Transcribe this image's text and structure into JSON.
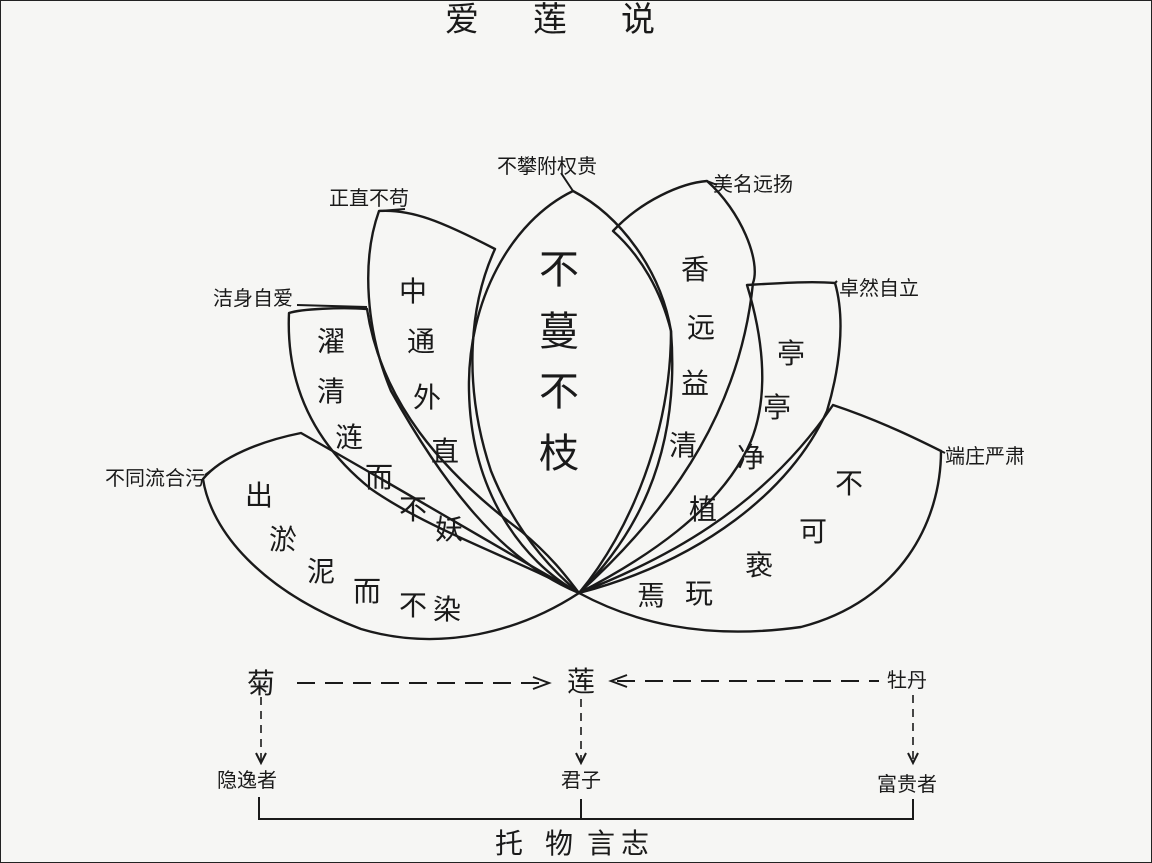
{
  "title": [
    "爱",
    "莲",
    "说"
  ],
  "petal_labels": {
    "top": "不攀附权贵",
    "left_upper": "正直不苟",
    "left_mid": "洁身自爱",
    "left_low": "不同流合污",
    "right_upper": "美名远扬",
    "right_mid": "卓然自立",
    "right_low": "端庄严肃"
  },
  "petal_text": {
    "center": [
      "不",
      "蔓",
      "不",
      "枝"
    ],
    "left_inner": [
      "中",
      "通",
      "外",
      "直"
    ],
    "left_mid": [
      "濯",
      "清",
      "涟",
      "而",
      "不",
      "妖"
    ],
    "left_outer": [
      "出",
      "淤",
      "泥",
      "而",
      "不",
      "染"
    ],
    "right_inner": [
      "香",
      "远",
      "益",
      "清",
      "植"
    ],
    "right_mid": [
      "亭",
      "亭",
      "净"
    ],
    "right_outer": [
      "不",
      "可",
      "亵",
      "玩",
      "焉"
    ]
  },
  "flow": {
    "left_flower": "菊",
    "center_flower": "莲",
    "right_flower": "牡丹",
    "left_person": "隐逸者",
    "center_person": "君子",
    "right_person": "富贵者",
    "conclusion": [
      "托",
      "物",
      "言",
      "志"
    ]
  }
}
